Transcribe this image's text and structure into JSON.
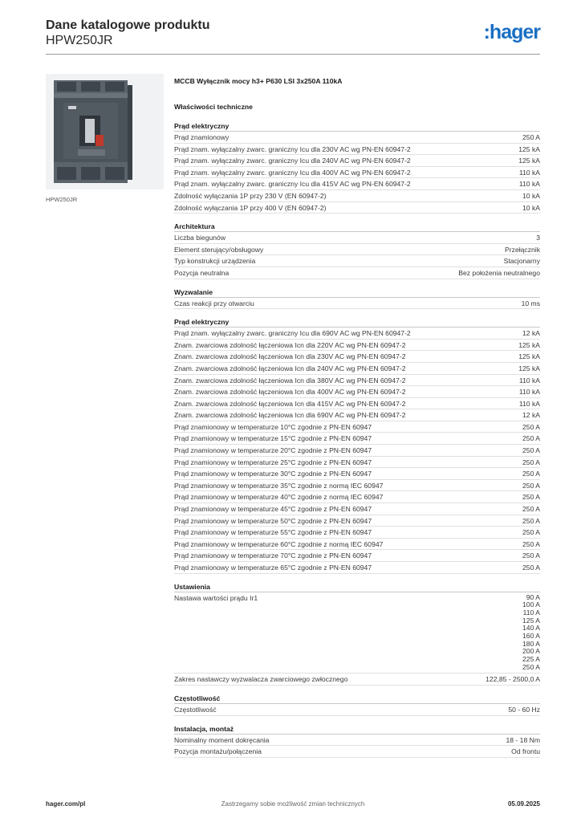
{
  "header": {
    "title": "Dane katalogowe produktu",
    "subtitle": "HPW250JR",
    "logo": ":hager",
    "logo_color": "#1a6fc4"
  },
  "image": {
    "caption": "HPW250JR"
  },
  "product_name": "MCCB Wyłącznik mocy h3+ P630 LSI 3x250A 110kA",
  "properties_title": "Właściwości techniczne",
  "sections": [
    {
      "title": "Prąd elektryczny",
      "rows": [
        [
          "Prąd znamionowy",
          "250 A"
        ],
        [
          "Prąd znam. wyłączalny zwarc. graniczny Icu dla 230V AC wg PN-EN 60947-2",
          "125 kA"
        ],
        [
          "Prąd znam. wyłączalny zwarc. graniczny Icu dla 240V AC wg PN-EN 60947-2",
          "125 kA"
        ],
        [
          "Prąd znam. wyłączalny zwarc. graniczny Icu dla 400V AC wg PN-EN 60947-2",
          "110 kA"
        ],
        [
          "Prąd znam. wyłączalny zwarc. graniczny Icu dla 415V AC wg PN-EN 60947-2",
          "110 kA"
        ],
        [
          "Zdolność wyłączania 1P przy 230 V (EN 60947-2)",
          "10 kA"
        ],
        [
          "Zdolność wyłączania 1P przy 400 V (EN 60947-2)",
          "10 kA"
        ]
      ]
    },
    {
      "title": "Architektura",
      "rows": [
        [
          "Liczba biegunów",
          "3"
        ],
        [
          "Element sterujący/obsługowy",
          "Przełącznik"
        ],
        [
          "Typ konstrukcji urządzenia",
          "Stacjonarny"
        ],
        [
          "Pozycja neutralna",
          "Bez położenia neutralnego"
        ]
      ]
    },
    {
      "title": "Wyzwalanie",
      "rows": [
        [
          "Czas reakcji przy otwarciu",
          "10 ms"
        ]
      ]
    },
    {
      "title": "Prąd elektryczny",
      "rows": [
        [
          "Prąd znam. wyłączalny zwarc. graniczny Icu dla 690V AC wg PN-EN 60947-2",
          "12 kA"
        ],
        [
          "Znam. zwarciowa zdolność łączeniowa Icn dla 220V AC wg PN-EN 60947-2",
          "125 kA"
        ],
        [
          "Znam. zwarciowa zdolność łączeniowa Icn dla 230V AC wg PN-EN 60947-2",
          "125 kA"
        ],
        [
          "Znam. zwarciowa zdolność łączeniowa Icn dla 240V AC wg PN-EN 60947-2",
          "125 kA"
        ],
        [
          "Znam. zwarciowa zdolność łączeniowa Icn dla 380V AC wg PN-EN 60947-2",
          "110 kA"
        ],
        [
          "Znam. zwarciowa zdolność łączeniowa Icn dla 400V AC wg PN-EN 60947-2",
          "110 kA"
        ],
        [
          "Znam. zwarciowa zdolność łączeniowa Icn dla 415V AC wg PN-EN 60947-2",
          "110 kA"
        ],
        [
          "Znam. zwarciowa zdolność łączeniowa Icn dla 690V AC wg PN-EN 60947-2",
          "12 kA"
        ],
        [
          "Prąd znamionowy w temperaturze 10°C zgodnie z PN-EN 60947",
          "250 A"
        ],
        [
          "Prąd znamionowy w temperaturze 15°C zgodnie z PN-EN 60947",
          "250 A"
        ],
        [
          "Prąd znamionowy w temperaturze 20°C zgodnie z PN-EN 60947",
          "250 A"
        ],
        [
          "Prąd znamionowy w temperaturze 25°C zgodnie z PN-EN 60947",
          "250 A"
        ],
        [
          "Prąd znamionowy w temperaturze 30°C zgodnie z PN-EN 60947",
          "250 A"
        ],
        [
          "Prąd znamionowy w temperaturze 35°C zgodnie z normą IEC 60947",
          "250 A"
        ],
        [
          "Prąd znamionowy w temperaturze 40°C zgodnie z normą IEC 60947",
          "250 A"
        ],
        [
          "Prąd znamionowy w temperaturze 45°C zgodnie z PN-EN 60947",
          "250 A"
        ],
        [
          "Prąd znamionowy w temperaturze 50°C zgodnie z PN-EN 60947",
          "250 A"
        ],
        [
          "Prąd znamionowy w temperaturze 55°C zgodnie z PN-EN 60947",
          "250 A"
        ],
        [
          "Prąd znamionowy w temperaturze 60°C zgodnie z normą IEC 60947",
          "250 A"
        ],
        [
          "Prąd znamionowy w temperaturze 70°C zgodnie z PN-EN 60947",
          "250 A"
        ],
        [
          "Prąd znamionowy w temperaturze 65°C zgodnie z PN-EN 60947",
          "250 A"
        ]
      ]
    }
  ],
  "settings": {
    "title": "Ustawienia",
    "ir1_label": "Nastawa wartości prądu Ir1",
    "ir1_values": [
      "90 A",
      "100 A",
      "110 A",
      "125 A",
      "140 A",
      "160 A",
      "180 A",
      "200 A",
      "225 A",
      "250 A"
    ],
    "range_label": "Zakres nastawczy wyzwalacza zwarciowego zwłocznego",
    "range_value": "122,85 - 2500,0 A"
  },
  "sections2": [
    {
      "title": "Częstotliwość",
      "rows": [
        [
          "Częstotliwość",
          "50 - 60 Hz"
        ]
      ]
    },
    {
      "title": "Instalacja, montaż",
      "rows": [
        [
          "Nominalny moment dokręcania",
          "18 - 18 Nm"
        ],
        [
          "Pozycja montażu/połączenia",
          "Od frontu"
        ]
      ]
    }
  ],
  "footer": {
    "left": "hager.com/pl",
    "middle": "Zastrzegamy sobie możliwość zmian technicznych",
    "right": "05.09.2025"
  }
}
